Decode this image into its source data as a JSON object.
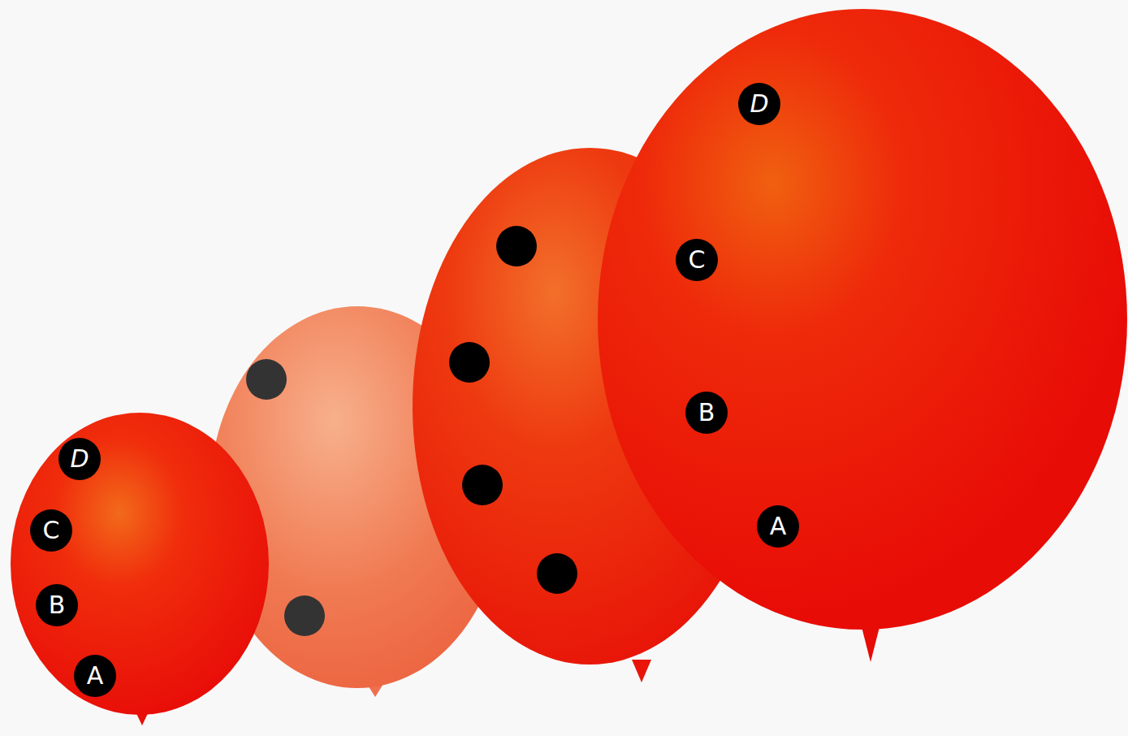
{
  "diagram": {
    "nodes": [
      {
        "text": [
          "D"
        ]
      },
      {
        "text": [
          "C"
        ]
      },
      {
        "text": [
          "B"
        ]
      },
      {
        "text": [
          "A"
        ]
      },
      {
        "text": [
          "D"
        ]
      },
      {
        "text": [
          "C"
        ]
      },
      {
        "text": [
          "B"
        ]
      },
      {
        "text": [
          "A"
        ]
      }
    ]
  }
}
